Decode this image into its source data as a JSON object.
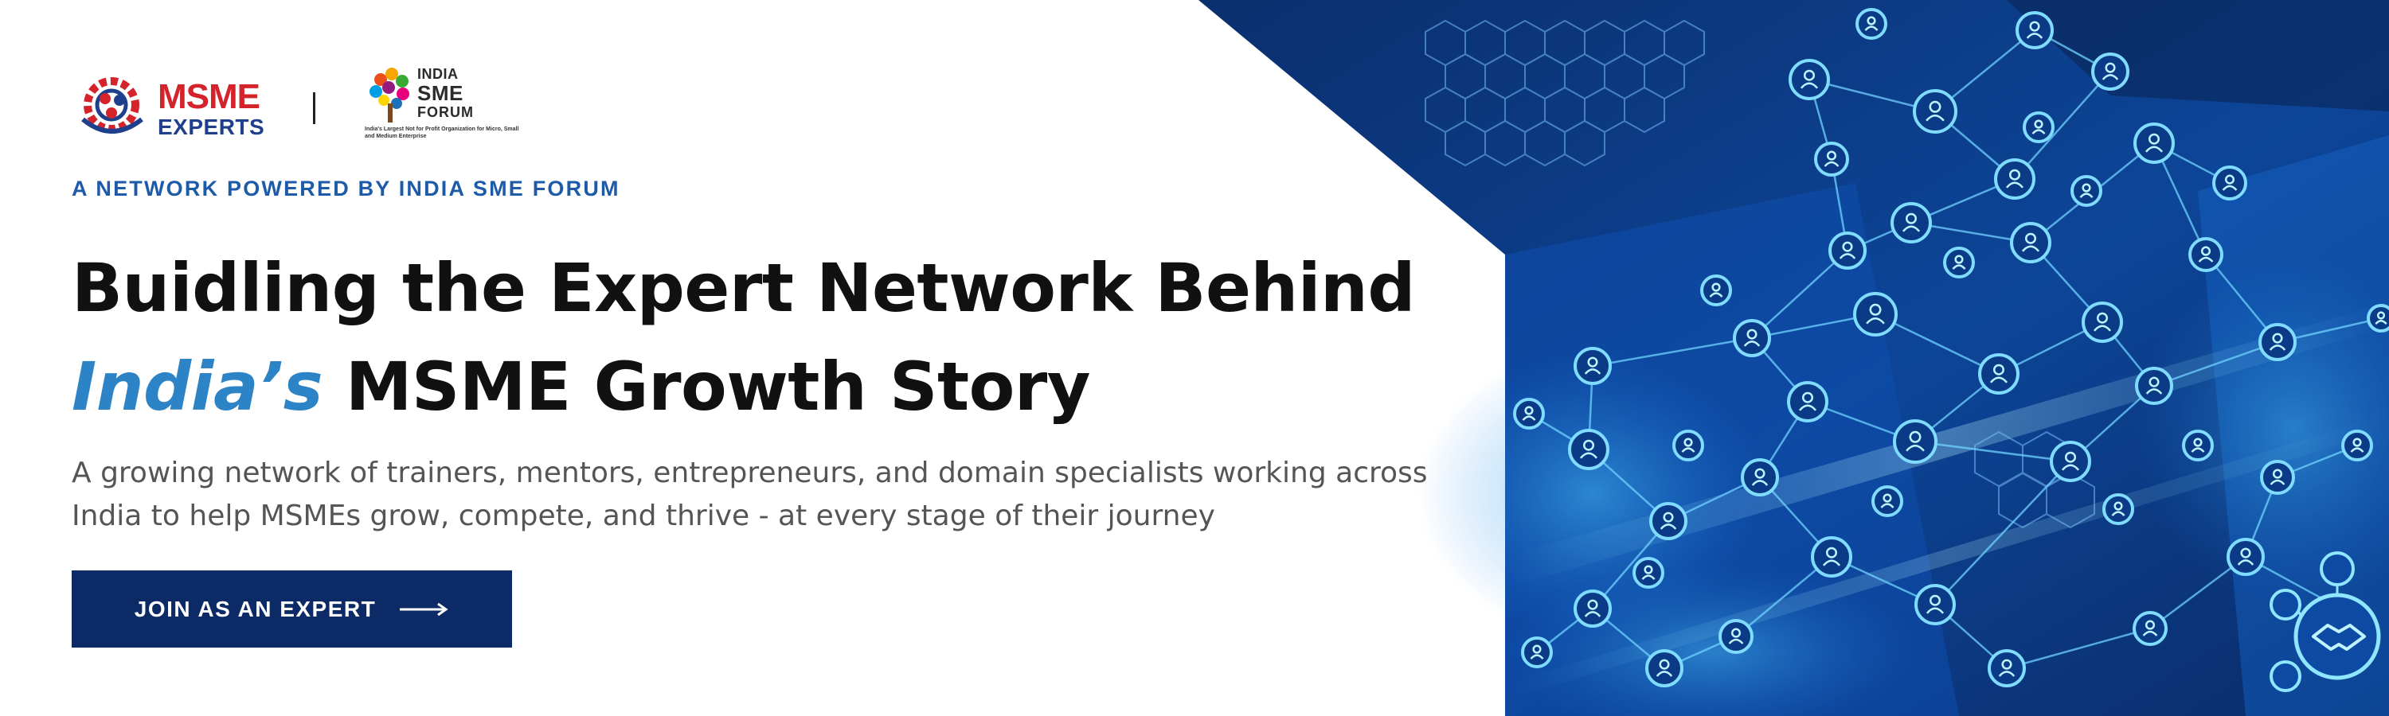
{
  "logos": {
    "msme_main": "MSME",
    "msme_sub": "EXPERTS",
    "forum_line1": "INDIA",
    "forum_line2": "SME",
    "forum_line3": "FORUM",
    "forum_tagline": "India's Largest Not for Profit Organization for Micro, Small and Medium Enterprise"
  },
  "eyebrow": "A NETWORK POWERED BY INDIA SME FORUM",
  "headline": {
    "line1": "Buidling the Expert Network Behind",
    "accent": "India’s",
    "line2_rest": " MSME Growth Story"
  },
  "subcopy": {
    "line1": "A growing network of trainers, mentors, entrepreneurs, and domain specialists working across",
    "line2": "India to help MSMEs grow, compete, and thrive - at every stage of their journey"
  },
  "cta": {
    "label": "JOIN AS AN EXPERT",
    "icon": "arrow-right-icon"
  },
  "colors": {
    "brand_navy": "#0b2a66",
    "accent_blue": "#2c83c6",
    "eyebrow_blue": "#1d5ba8",
    "msme_red": "#d4232a",
    "network_glow": "#6fd3ff"
  },
  "artwork": {
    "icon": "network-people-icon",
    "corner_icon": "handshake-icon"
  }
}
